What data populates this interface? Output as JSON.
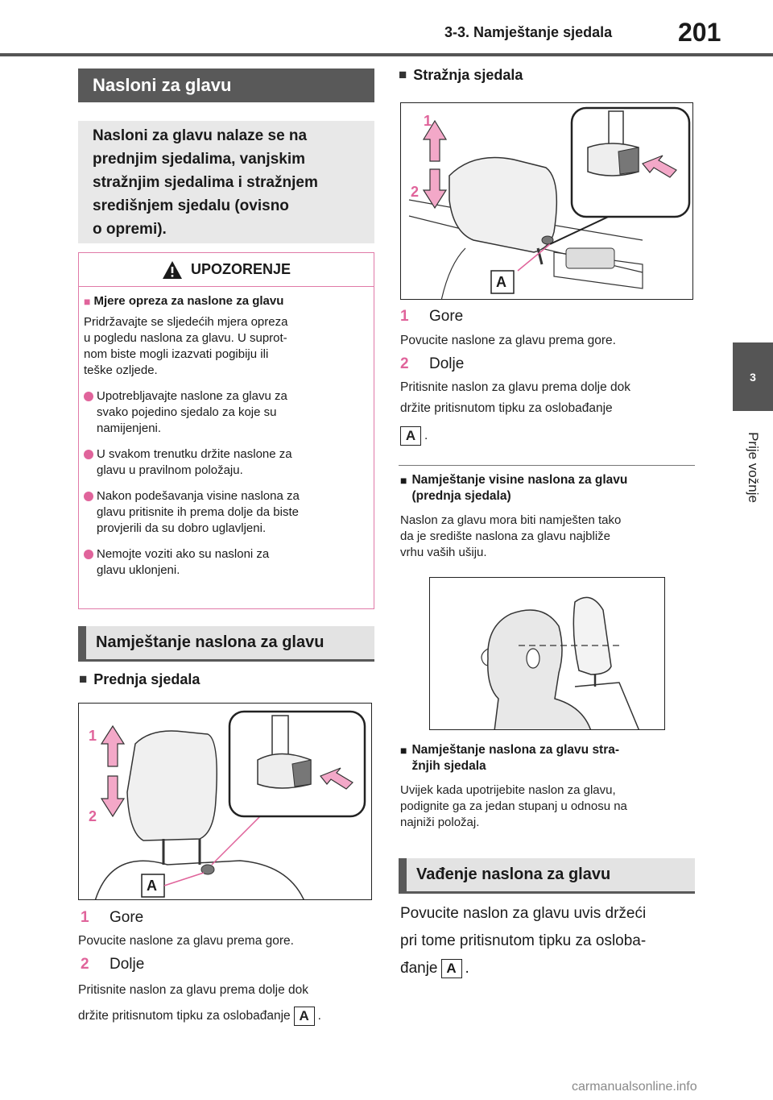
{
  "header": {
    "section": "3-3. Namještanje sjedala",
    "page": "201"
  },
  "side_tab": {
    "number": "3",
    "label": "Prije vožnje"
  },
  "section1": {
    "title": "Nasloni za glavu",
    "intro_lines": [
      "Nasloni za glavu nalaze se na",
      "prednjim sjedalima, vanjskim",
      "stražnjim sjedalima i stražnjem",
      "središnjem sjedalu (ovisno",
      "o opremi)."
    ]
  },
  "warning": {
    "title": "UPOZORENJE",
    "subheading": "Mjere opreza za naslone za glavu",
    "para_lines": [
      "Pridržavajte se sljedećih mjera opreza",
      "u pogledu naslona za glavu. U suprot-",
      "nom biste mogli izazvati pogibiju ili",
      "teške ozljede."
    ],
    "items": [
      [
        "Upotrebljavajte naslone za glavu za",
        "svako pojedino sjedalo za koje su",
        "namijenjeni."
      ],
      [
        "U svakom trenutku držite naslone za",
        "glavu u pravilnom položaju."
      ],
      [
        "Nakon podešavanja visine naslona za",
        "glavu pritisnite ih prema dolje da biste",
        "provjerili da su dobro uglavljeni."
      ],
      [
        "Nemojte voziti ako su nasloni za",
        "glavu uklonjeni."
      ]
    ]
  },
  "section2": {
    "title": "Namještanje naslona za glavu"
  },
  "front": {
    "heading": "Prednja sjedala",
    "fig": {
      "label1": "1",
      "label2": "2",
      "label_a": "A"
    },
    "step1": {
      "num": "1",
      "label": "Gore",
      "text": "Povucite naslone za glavu prema gore."
    },
    "step2": {
      "num": "2",
      "label": "Dolje",
      "line1": "Pritisnite naslon za glavu prema dolje dok",
      "line2": "držite pritisnutom tipku za oslobađanje",
      "button": "A",
      "end": "."
    }
  },
  "rear": {
    "heading": "Stražnja sjedala",
    "fig": {
      "label1": "1",
      "label2": "2",
      "label_a": "A"
    },
    "step1": {
      "num": "1",
      "label": "Gore",
      "text": "Povucite naslone za glavu prema gore."
    },
    "step2": {
      "num": "2",
      "label": "Dolje",
      "line1": "Pritisnite naslon za glavu prema dolje dok",
      "line2": "držite pritisnutom tipku za oslobađanje",
      "button": "A",
      "end": "."
    }
  },
  "height_front": {
    "heading_lines": [
      "Namještanje visine naslona za glavu",
      "(prednja sjedala)"
    ],
    "text_lines": [
      "Naslon za glavu mora biti namješten tako",
      "da je središte naslona za glavu najbliže",
      "vrhu vaših ušiju."
    ]
  },
  "height_rear": {
    "heading_lines": [
      "Namještanje naslona za glavu stra-",
      "žnjih sjedala"
    ],
    "text_lines": [
      "Uvijek kada upotrijebite naslon za glavu,",
      "podignite ga za jedan stupanj u odnosu na",
      "najniži položaj."
    ]
  },
  "section3": {
    "title": "Vađenje naslona za glavu",
    "line1": "Povucite naslon za glavu uvis držeći",
    "line2": "pri tome pritisnutom tipku za osloba-",
    "line3": "đanje",
    "button": "A",
    "end": "."
  },
  "watermark": "carmanualsonline.info",
  "colors": {
    "accent_pink": "#e0649b",
    "header_gray": "#555555",
    "box_gray": "#e3e3e3"
  }
}
